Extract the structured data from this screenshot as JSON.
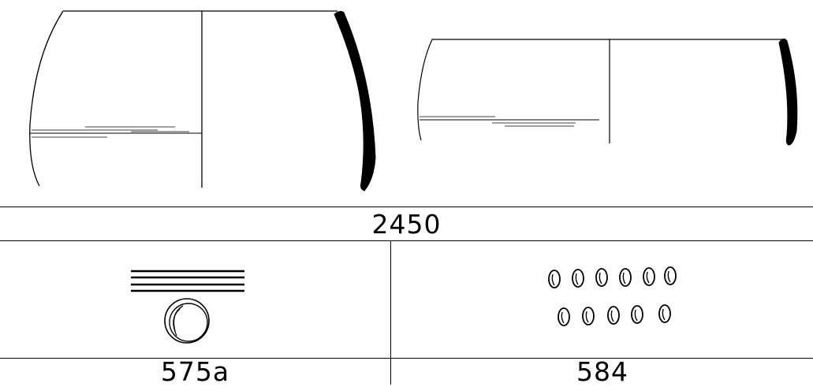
{
  "figure": {
    "caption_top": "2450",
    "caption_left": "575a",
    "caption_right": "584"
  }
}
